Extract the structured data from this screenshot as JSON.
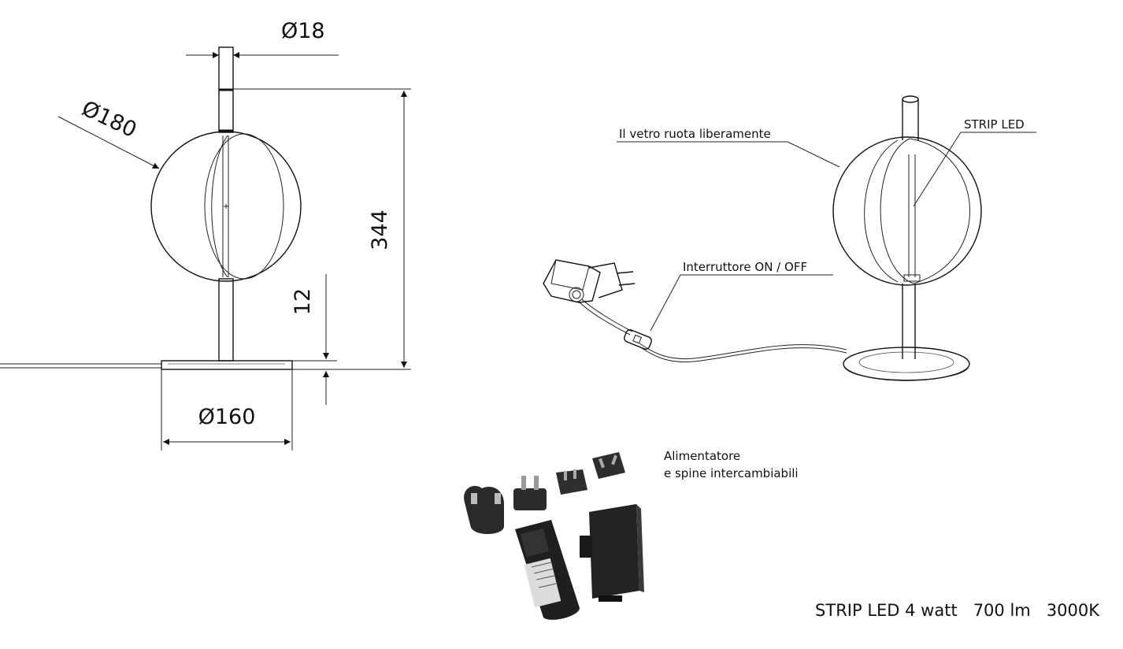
{
  "dimensions": {
    "stem_diameter": "Ø18",
    "globe_diameter": "Ø180",
    "total_height": "344",
    "base_height": "12",
    "base_diameter": "Ø160"
  },
  "annotations": {
    "glass": "Il vetro ruota liberamente",
    "strip": "STRIP LED",
    "switch": "Interruttore ON / OFF",
    "power_supply_line1": "Alimentatore",
    "power_supply_line2": "e spine intercambiabili"
  },
  "specs": {
    "summary": "STRIP LED 4 watt   700 lm   3000K"
  }
}
